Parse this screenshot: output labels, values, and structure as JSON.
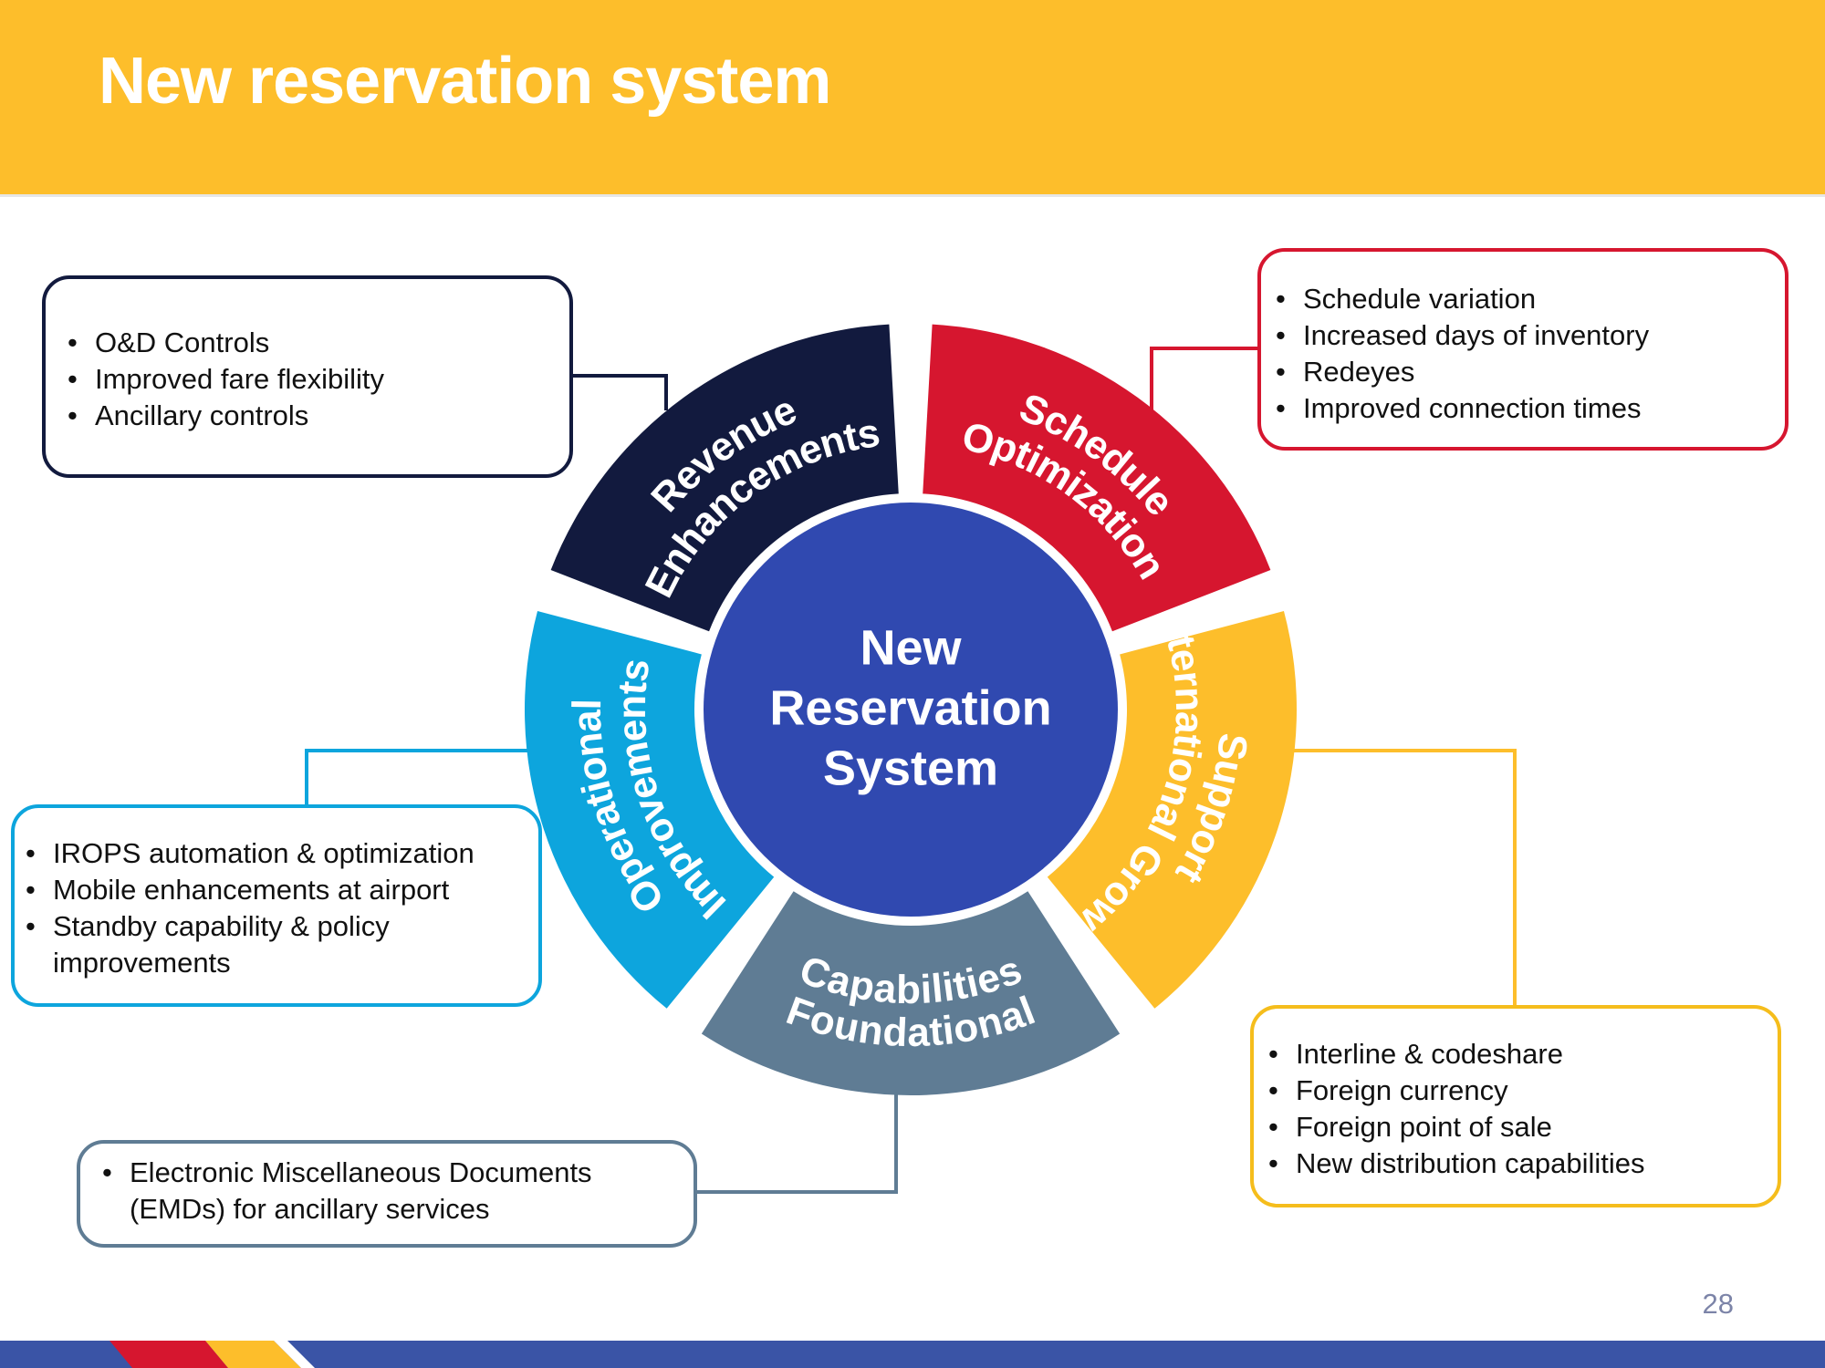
{
  "header": {
    "title": "New reservation system"
  },
  "colors": {
    "header_bg": "#FDBE2B",
    "revenue": "#121A3E",
    "schedule": "#D6162F",
    "international": "#FDBE2B",
    "foundational": "#5F7C94",
    "operational": "#0DA5DD",
    "center": "#3049B0"
  },
  "diagram": {
    "center_label": [
      "New",
      "Reservation",
      "System"
    ],
    "segments": {
      "revenue": [
        "Revenue",
        "Enhancements"
      ],
      "schedule": [
        "Schedule",
        "Optimization"
      ],
      "international": [
        "Support",
        "International Growth"
      ],
      "foundational": [
        "Foundational",
        "Capabilities"
      ],
      "operational": [
        "Operational",
        "Improvements"
      ]
    }
  },
  "callouts": {
    "revenue": [
      "O&D Controls",
      "Improved fare flexibility",
      "Ancillary controls"
    ],
    "schedule": [
      "Schedule variation",
      "Increased days of inventory",
      "Redeyes",
      "Improved connection times"
    ],
    "operational": [
      "IROPS automation & optimization",
      "Mobile enhancements at airport",
      "Standby capability & policy improvements"
    ],
    "international": [
      "Interline & codeshare",
      "Foreign currency",
      "Foreign point of sale",
      "New distribution capabilities"
    ],
    "foundational": [
      "Electronic Miscellaneous Documents (EMDs) for ancillary services"
    ]
  },
  "footer": {
    "page_number": "28"
  }
}
